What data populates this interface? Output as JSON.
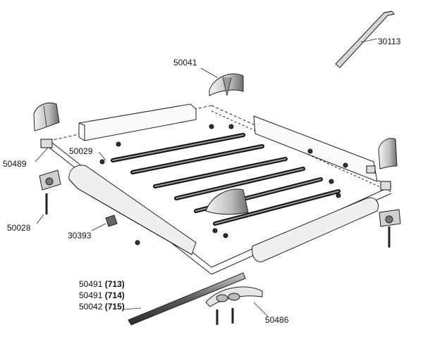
{
  "labels": {
    "p30113": "30113",
    "p50041": "50041",
    "p50489": "50489",
    "p50029": "50029",
    "p50028": "50028",
    "p30393": "30393",
    "p50486": "50486",
    "variants": [
      {
        "part": "50491",
        "code": "(713)"
      },
      {
        "part": "50491",
        "code": "(714)"
      },
      {
        "part": "50042",
        "code": "(715)"
      }
    ]
  }
}
